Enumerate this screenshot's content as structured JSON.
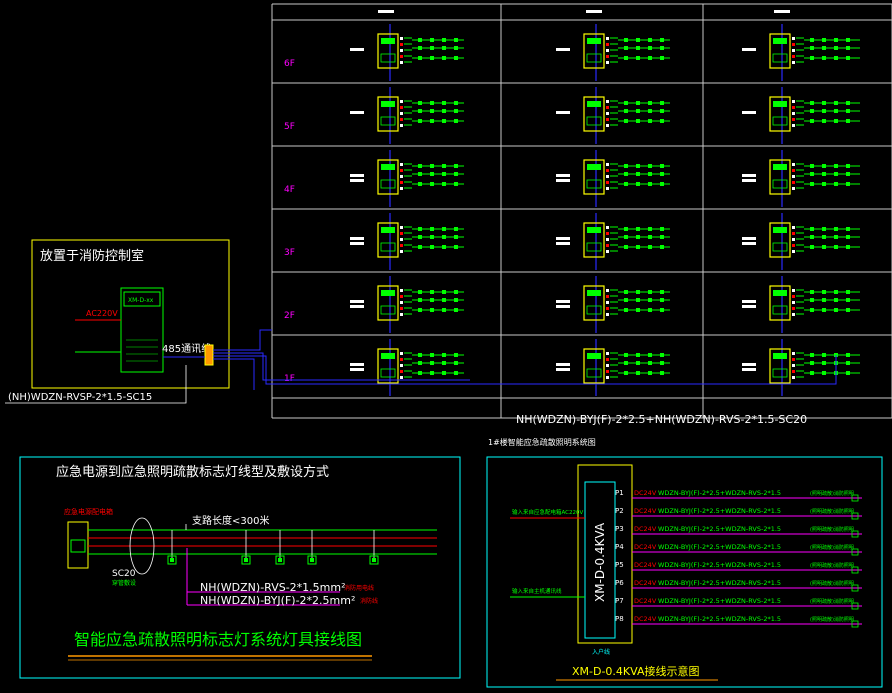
{
  "colors": {
    "background": "#000000",
    "grid": "#c8c8c8",
    "yellow": "#ffff00",
    "green": "#00ff00",
    "red": "#ff0000",
    "magenta": "#ff00ff",
    "cyan": "#00ffff",
    "blue": "#2a2aff",
    "white": "#ffffff",
    "orange": "#ff9900"
  },
  "riser": {
    "floors": [
      "6F",
      "5F",
      "4F",
      "3F",
      "2F",
      "1F"
    ],
    "columns": 3,
    "cable_spec": "NH(WDZN)-BYJ(F)-2*2.5+NH(WDZN)-RVS-2*1.5-SC20"
  },
  "control_room": {
    "title": "放置于消防控制室",
    "ac_label": "AC220V",
    "panel_title": "XM-D-xx",
    "comm_label": "485通讯线",
    "cable_spec": "(NH)WDZN-RVSP-2*1.5-SC15"
  },
  "wiring_panel": {
    "subtitle": "应急电源到应急照明疏散标志灯线型及敷设方式",
    "box_label": "应急电源\n配电箱",
    "branch_length": "支路长度<300米",
    "conduit": "SC20",
    "conduit_note": "穿管敷设",
    "cable1": "NH(WDZN)-RVS-2*1.5mm²",
    "cable2": "NH(WDZN)-BYJ(F)-2*2.5mm²",
    "title": "智能应急疏散照明标志灯系统灯具接线图"
  },
  "xm_panel": {
    "header": "1#楼智能应急疏散照明系统图",
    "device": "XM-D-0.4KVA",
    "input_label": "输入来自应急配电箱AC220V",
    "comm_input": "输入来自主机通讯线",
    "bottom_note": "入户线",
    "caption": "XM-D-0.4KVA接线示意图",
    "circuits": [
      {
        "port": "P1",
        "voltage": "DC24V",
        "cable": "WDZN-BYJ(F)-2*2.5+WDZN-RVS-2*1.5",
        "note": "(照明疏散)消防照明"
      },
      {
        "port": "P2",
        "voltage": "DC24V",
        "cable": "WDZN-BYJ(F)-2*2.5+WDZN-RVS-2*1.5",
        "note": "(照明疏散)消防照明"
      },
      {
        "port": "P3",
        "voltage": "DC24V",
        "cable": "WDZN-BYJ(F)-2*2.5+WDZN-RVS-2*1.5",
        "note": "(照明疏散)消防照明"
      },
      {
        "port": "P4",
        "voltage": "DC24V",
        "cable": "WDZN-BYJ(F)-2*2.5+WDZN-RVS-2*1.5",
        "note": "(照明疏散)消防照明"
      },
      {
        "port": "P5",
        "voltage": "DC24V",
        "cable": "WDZN-BYJ(F)-2*2.5+WDZN-RVS-2*1.5",
        "note": "(照明疏散)消防照明"
      },
      {
        "port": "P6",
        "voltage": "DC24V",
        "cable": "WDZN-BYJ(F)-2*2.5+WDZN-RVS-2*1.5",
        "note": "(照明疏散)消防照明"
      },
      {
        "port": "P7",
        "voltage": "DC24V",
        "cable": "WDZN-BYJ(F)-2*2.5+WDZN-RVS-2*1.5",
        "note": "(照明疏散)消防照明"
      },
      {
        "port": "P8",
        "voltage": "DC24V",
        "cable": "WDZN-BYJ(F)-2*2.5+WDZN-RVS-2*1.5",
        "note": "(照明疏散)消防照明"
      }
    ]
  }
}
